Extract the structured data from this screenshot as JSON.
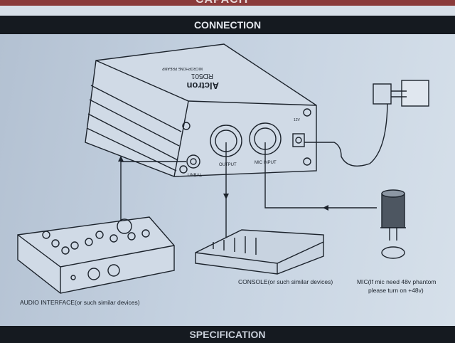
{
  "header_strip": {
    "partial_title": "CAPACIT"
  },
  "sections": {
    "connection": "CONNECTION",
    "specification": "SPECIFICATION"
  },
  "device": {
    "brand": "Alctron",
    "model": "RD501",
    "type": "MICROPHONE PREAMP",
    "unbal": "UNBAL",
    "output": "OUTPUT",
    "mic_input": "MIC INPUT",
    "power": "12V"
  },
  "labels": {
    "audio_interface": "AUDIO INTERFACE(or such similar devices)",
    "console": "CONSOLE(or such similar devices)",
    "mic_line1": "MIC(If mic need 48v phantom",
    "mic_line2": "please turn on +48v)"
  }
}
